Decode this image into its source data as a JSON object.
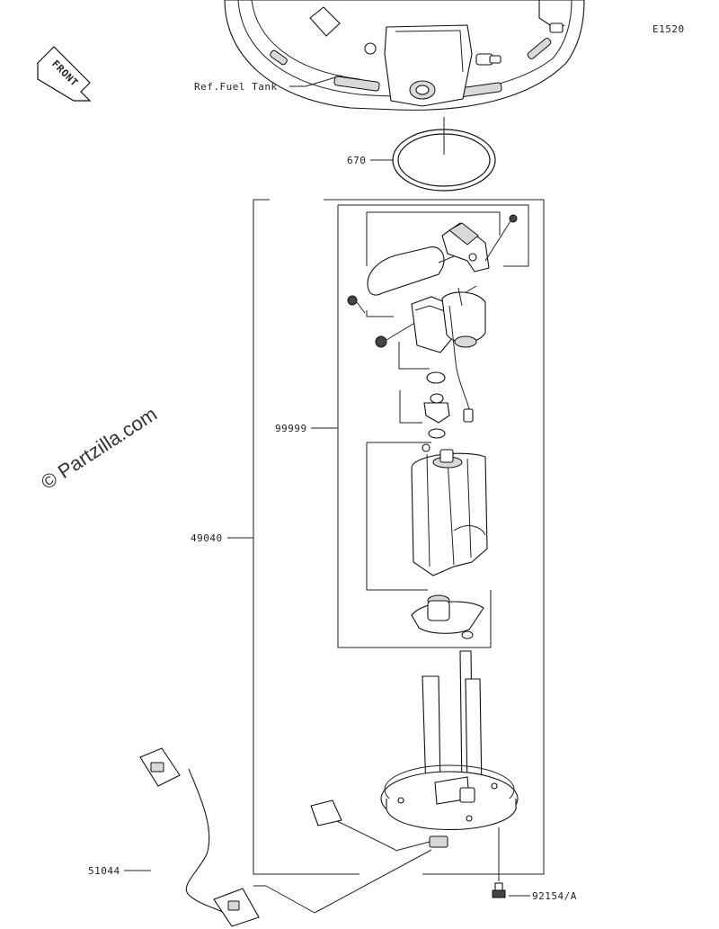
{
  "diagram_code": "E1520",
  "watermark": "© Partzilla.com",
  "front_label": "FRONT",
  "labels": {
    "fuel_tank": "Ref.Fuel Tank",
    "oring": "670",
    "pump_subassy": "99999",
    "pump_assy": "49040",
    "harness": "51044",
    "bolt": "92154/A"
  }
}
